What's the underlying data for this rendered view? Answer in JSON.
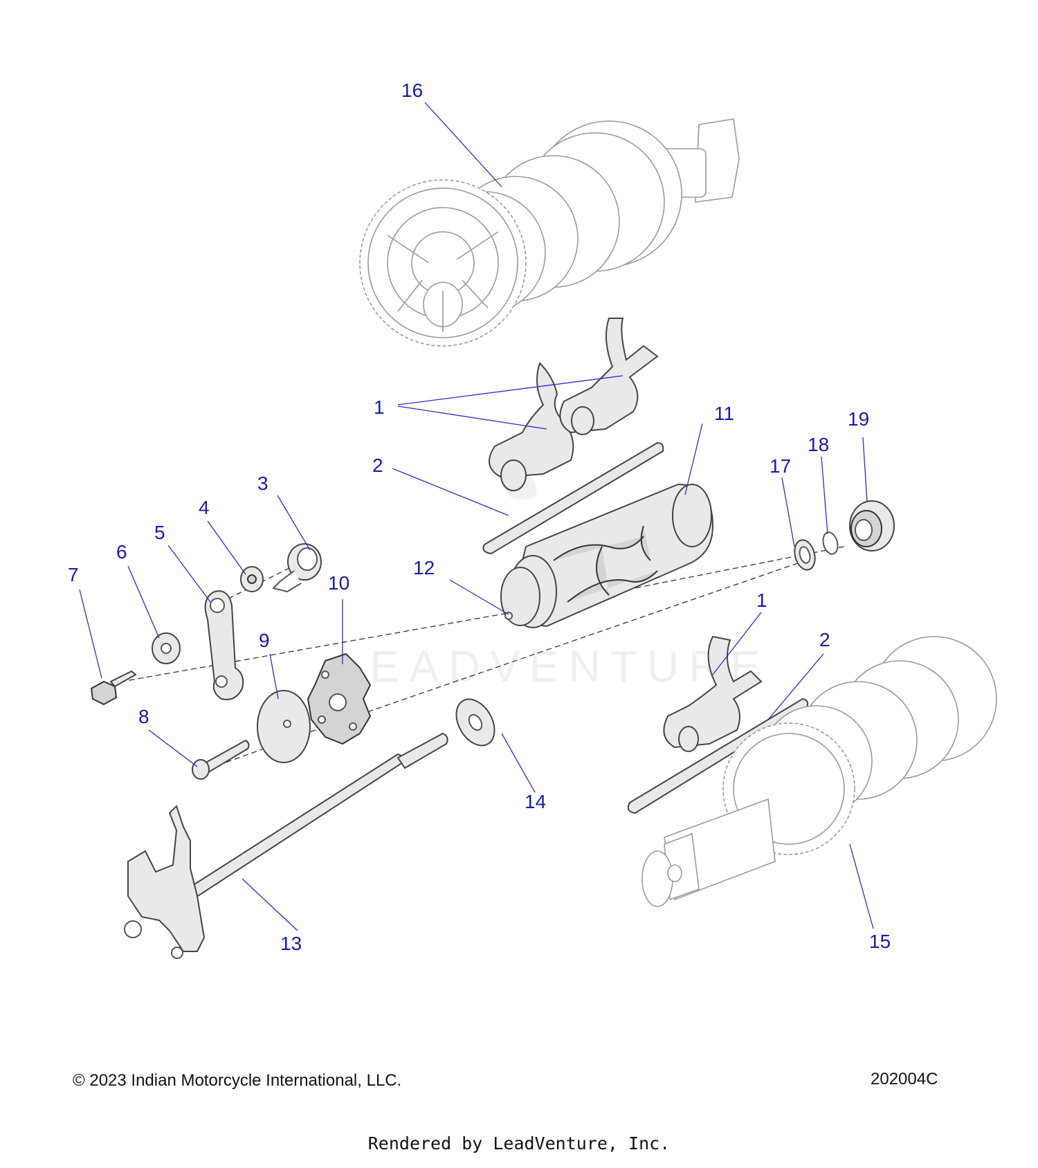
{
  "callouts": {
    "c1a": "1",
    "c1b": "1",
    "c2a": "2",
    "c2b": "2",
    "c3": "3",
    "c4": "4",
    "c5": "5",
    "c6": "6",
    "c7": "7",
    "c8": "8",
    "c9": "9",
    "c10": "10",
    "c11": "11",
    "c12": "12",
    "c13": "13",
    "c14": "14",
    "c15": "15",
    "c16": "16",
    "c17": "17",
    "c18": "18",
    "c19": "19"
  },
  "watermark": "LEADVENTURE",
  "footer": {
    "copyright": "© 2023 Indian Motorcycle International, LLC.",
    "drawing_number": "202004C",
    "rendered_by": "Rendered by LeadVenture, Inc."
  },
  "colors": {
    "callout_text": "#1a1aa8",
    "leader_line": "#2a2ad0",
    "outline": "#555555",
    "faded_outline": "#9a9a9a"
  }
}
